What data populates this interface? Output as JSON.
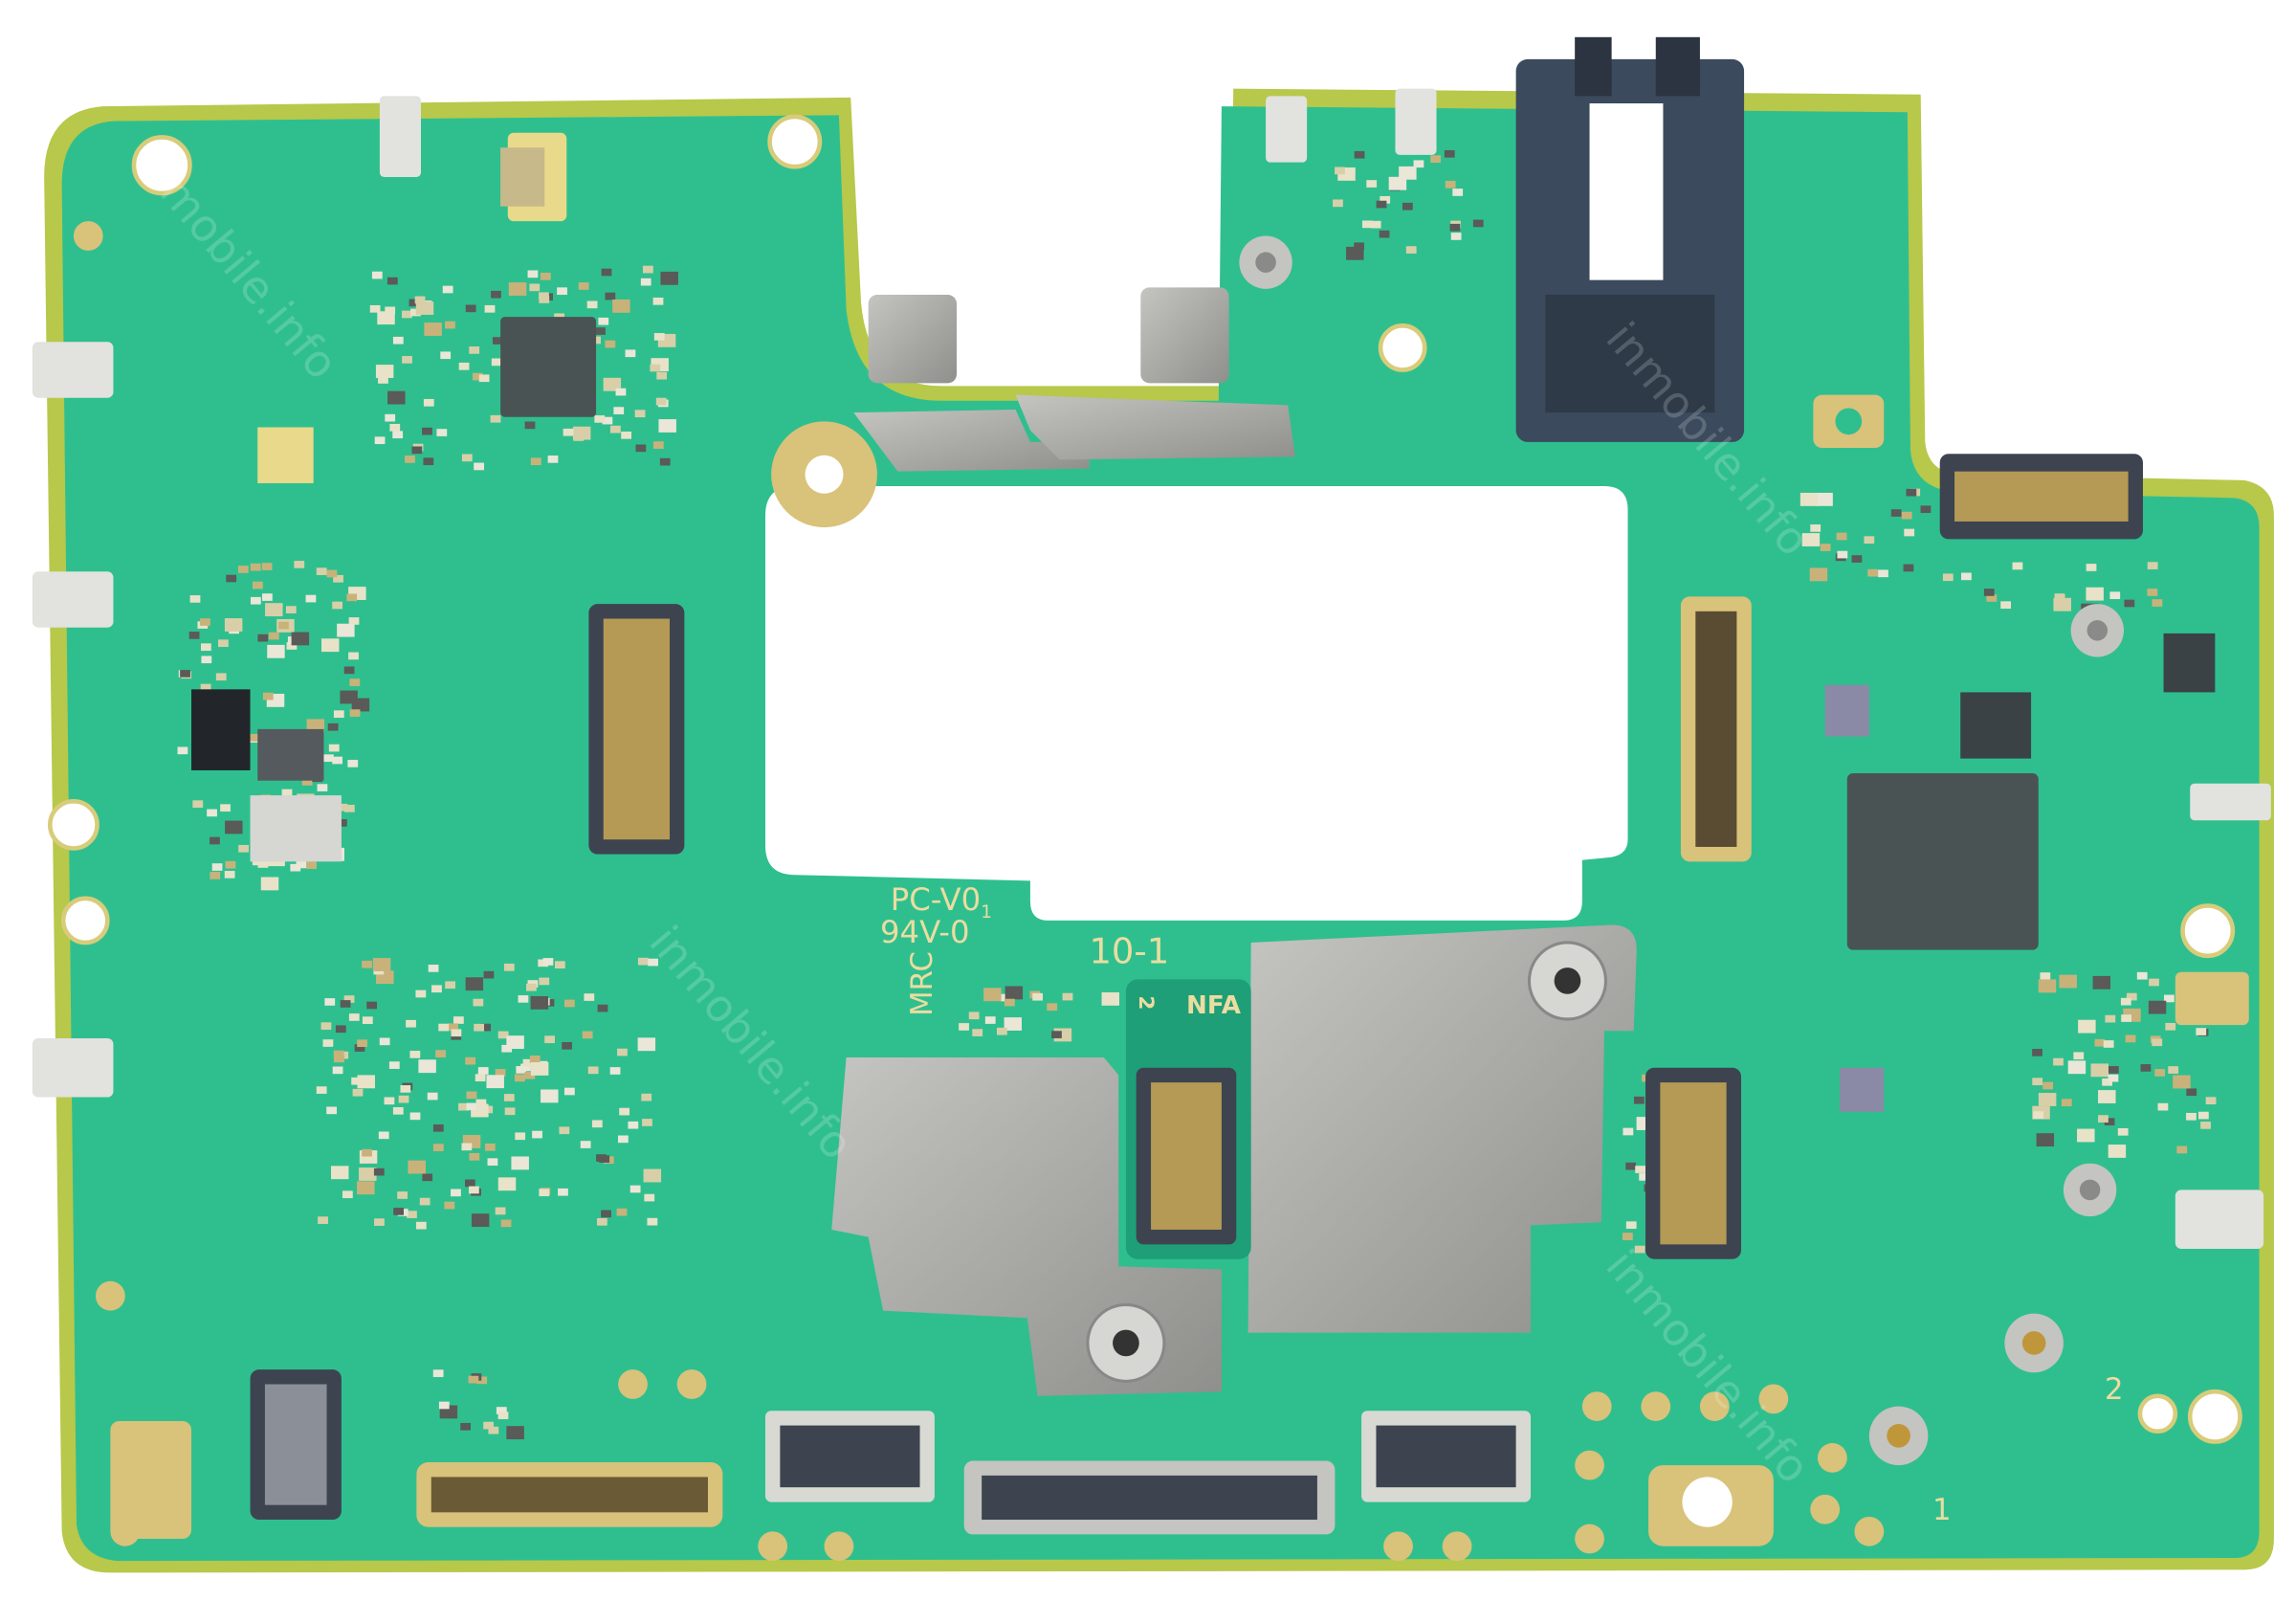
{
  "silkscreen": {
    "board_code": "PC-V0",
    "board_code_sub": "1",
    "flammability": "94V-0",
    "revision": "10-1",
    "maker": "MRC",
    "nfc_label": "NFA",
    "nfc_pin": "2",
    "antenna_1": "1",
    "antenna_2": "2"
  },
  "watermark": "inmobile.info",
  "colors": {
    "pcb": "#2fbf8f",
    "pcb_edge": "#b8c84a",
    "gold": "#d9c27a",
    "shield": "#a9a9a6",
    "connector": "#3d4450",
    "jack": "#3b4a5c"
  }
}
